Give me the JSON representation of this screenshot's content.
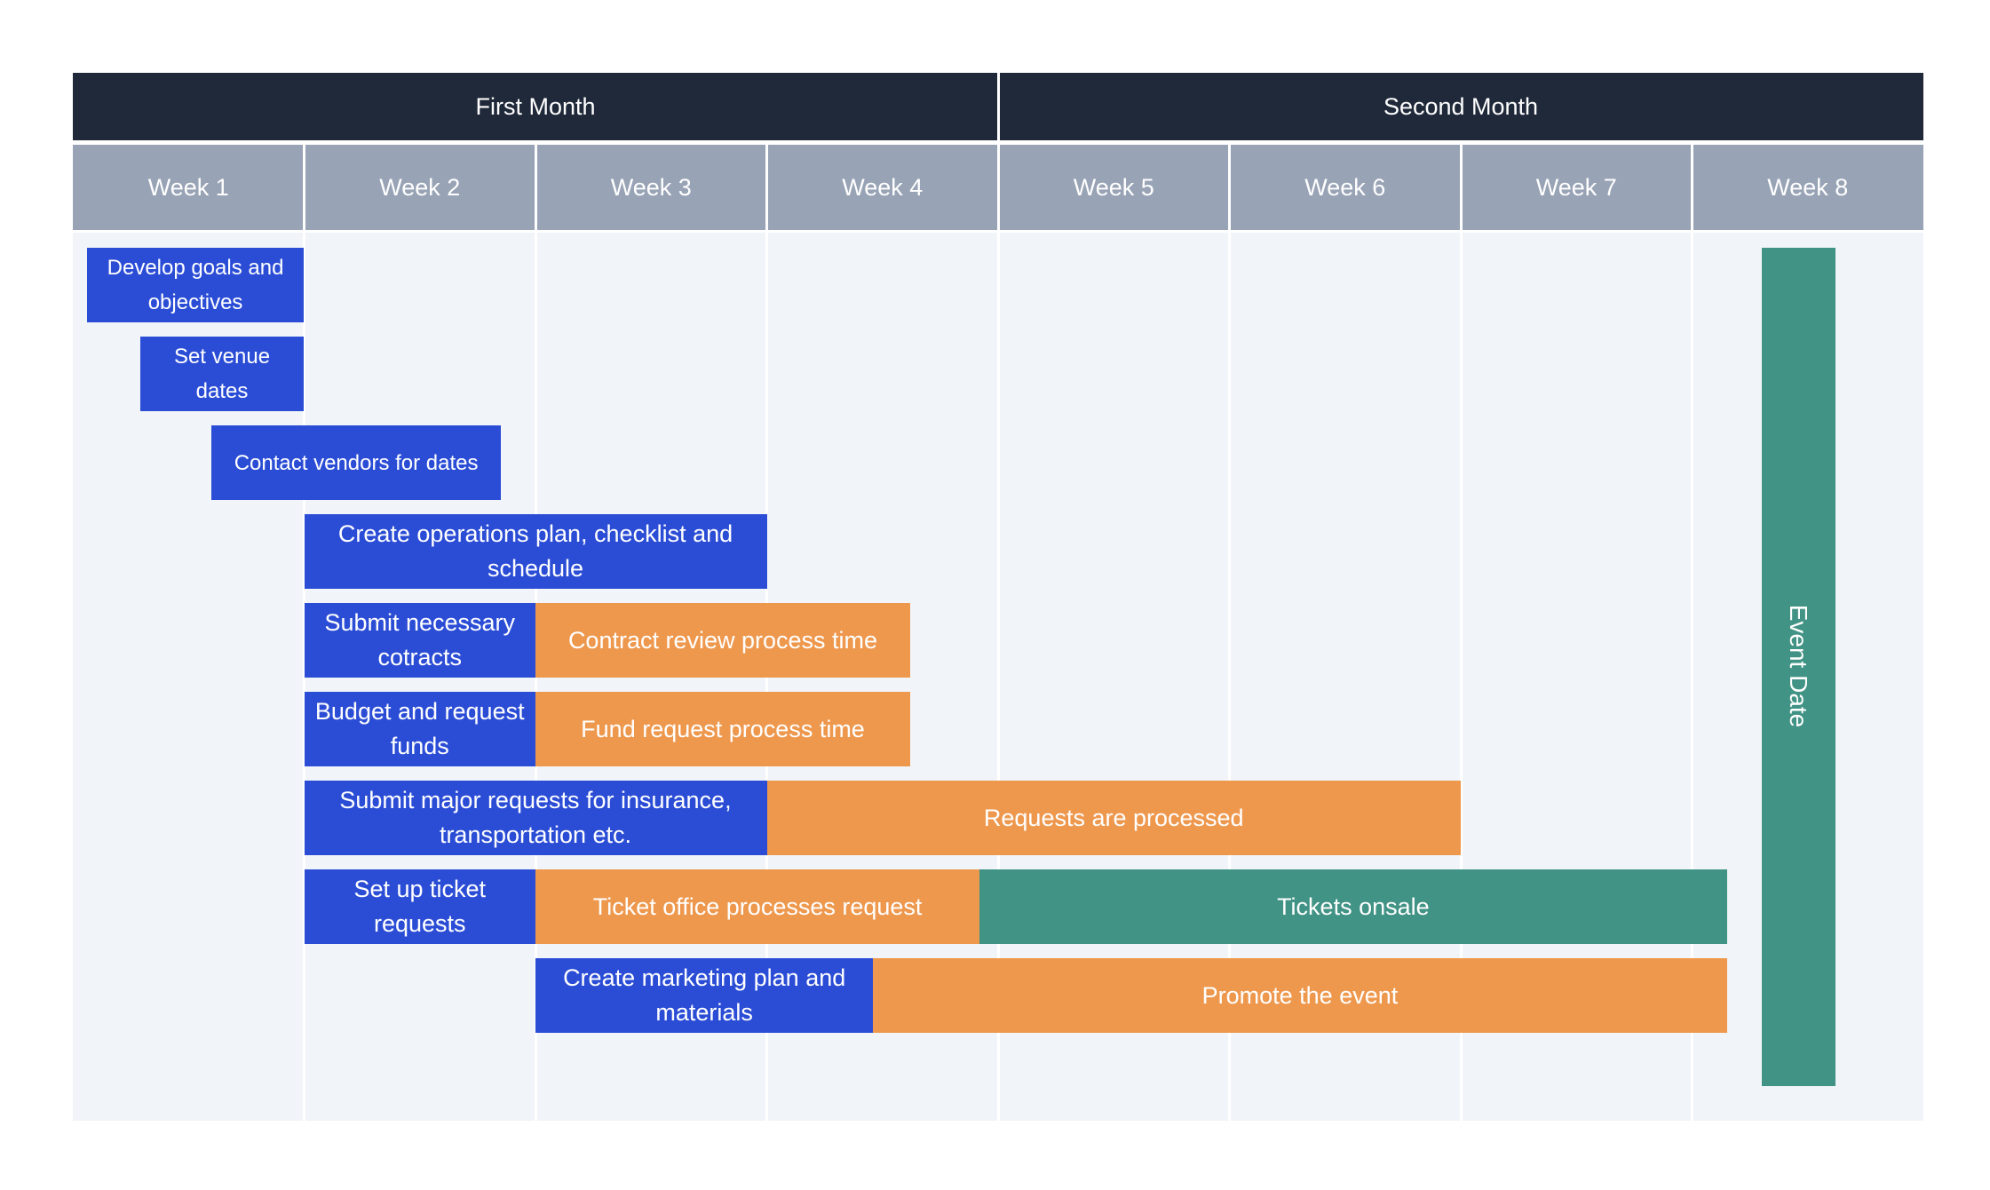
{
  "months": [
    "First Month",
    "Second Month"
  ],
  "weeks": [
    "Week 1",
    "Week 2",
    "Week 3",
    "Week 4",
    "Week 5",
    "Week 6",
    "Week 7",
    "Week 8"
  ],
  "tasks": [
    {
      "label": "Develop goals and objectives",
      "start_week": 1.06,
      "end_week": 2.0,
      "row": 1,
      "color": "#2b4dd6"
    },
    {
      "label": "Set venue dates",
      "start_week": 1.29,
      "end_week": 2.0,
      "row": 2,
      "color": "#2b4dd6"
    },
    {
      "label": "Contact vendors for dates",
      "start_week": 1.6,
      "end_week": 2.85,
      "row": 3,
      "color": "#2b4dd6"
    },
    {
      "label": "Create operations plan, checklist and schedule",
      "start_week": 2.0,
      "end_week": 4.0,
      "row": 4,
      "color": "#2b4dd6"
    },
    {
      "label": "Submit necessary cotracts",
      "start_week": 2.0,
      "end_week": 3.0,
      "row": 5,
      "color": "#2b4dd6"
    },
    {
      "label": "Contract review process time",
      "start_week": 3.0,
      "end_week": 4.62,
      "row": 5,
      "color": "#ee984e"
    },
    {
      "label": "Budget and request funds",
      "start_week": 2.0,
      "end_week": 3.0,
      "row": 6,
      "color": "#2b4dd6"
    },
    {
      "label": "Fund request process time",
      "start_week": 3.0,
      "end_week": 4.62,
      "row": 6,
      "color": "#ee984e"
    },
    {
      "label": "Submit major requests for insurance, transportation etc.",
      "start_week": 2.0,
      "end_week": 4.0,
      "row": 7,
      "color": "#2b4dd6"
    },
    {
      "label": "Requests are processed",
      "start_week": 4.0,
      "end_week": 7.0,
      "row": 7,
      "color": "#ee984e"
    },
    {
      "label": "Set up ticket requests",
      "start_week": 2.0,
      "end_week": 3.0,
      "row": 8,
      "color": "#2b4dd6"
    },
    {
      "label": "Ticket office processes request",
      "start_week": 3.0,
      "end_week": 4.92,
      "row": 8,
      "color": "#ee984e"
    },
    {
      "label": "Tickets onsale",
      "start_week": 4.92,
      "end_week": 8.15,
      "row": 8,
      "color": "#419385"
    },
    {
      "label": "Create marketing plan and materials",
      "start_week": 3.0,
      "end_week": 4.46,
      "row": 9,
      "color": "#2b4dd6"
    },
    {
      "label": "Promote the event",
      "start_week": 4.46,
      "end_week": 8.15,
      "row": 9,
      "color": "#ee984e"
    }
  ],
  "event": {
    "label": "Event Date",
    "start_week": 8.3,
    "end_week": 8.62,
    "color": "#419385"
  }
}
